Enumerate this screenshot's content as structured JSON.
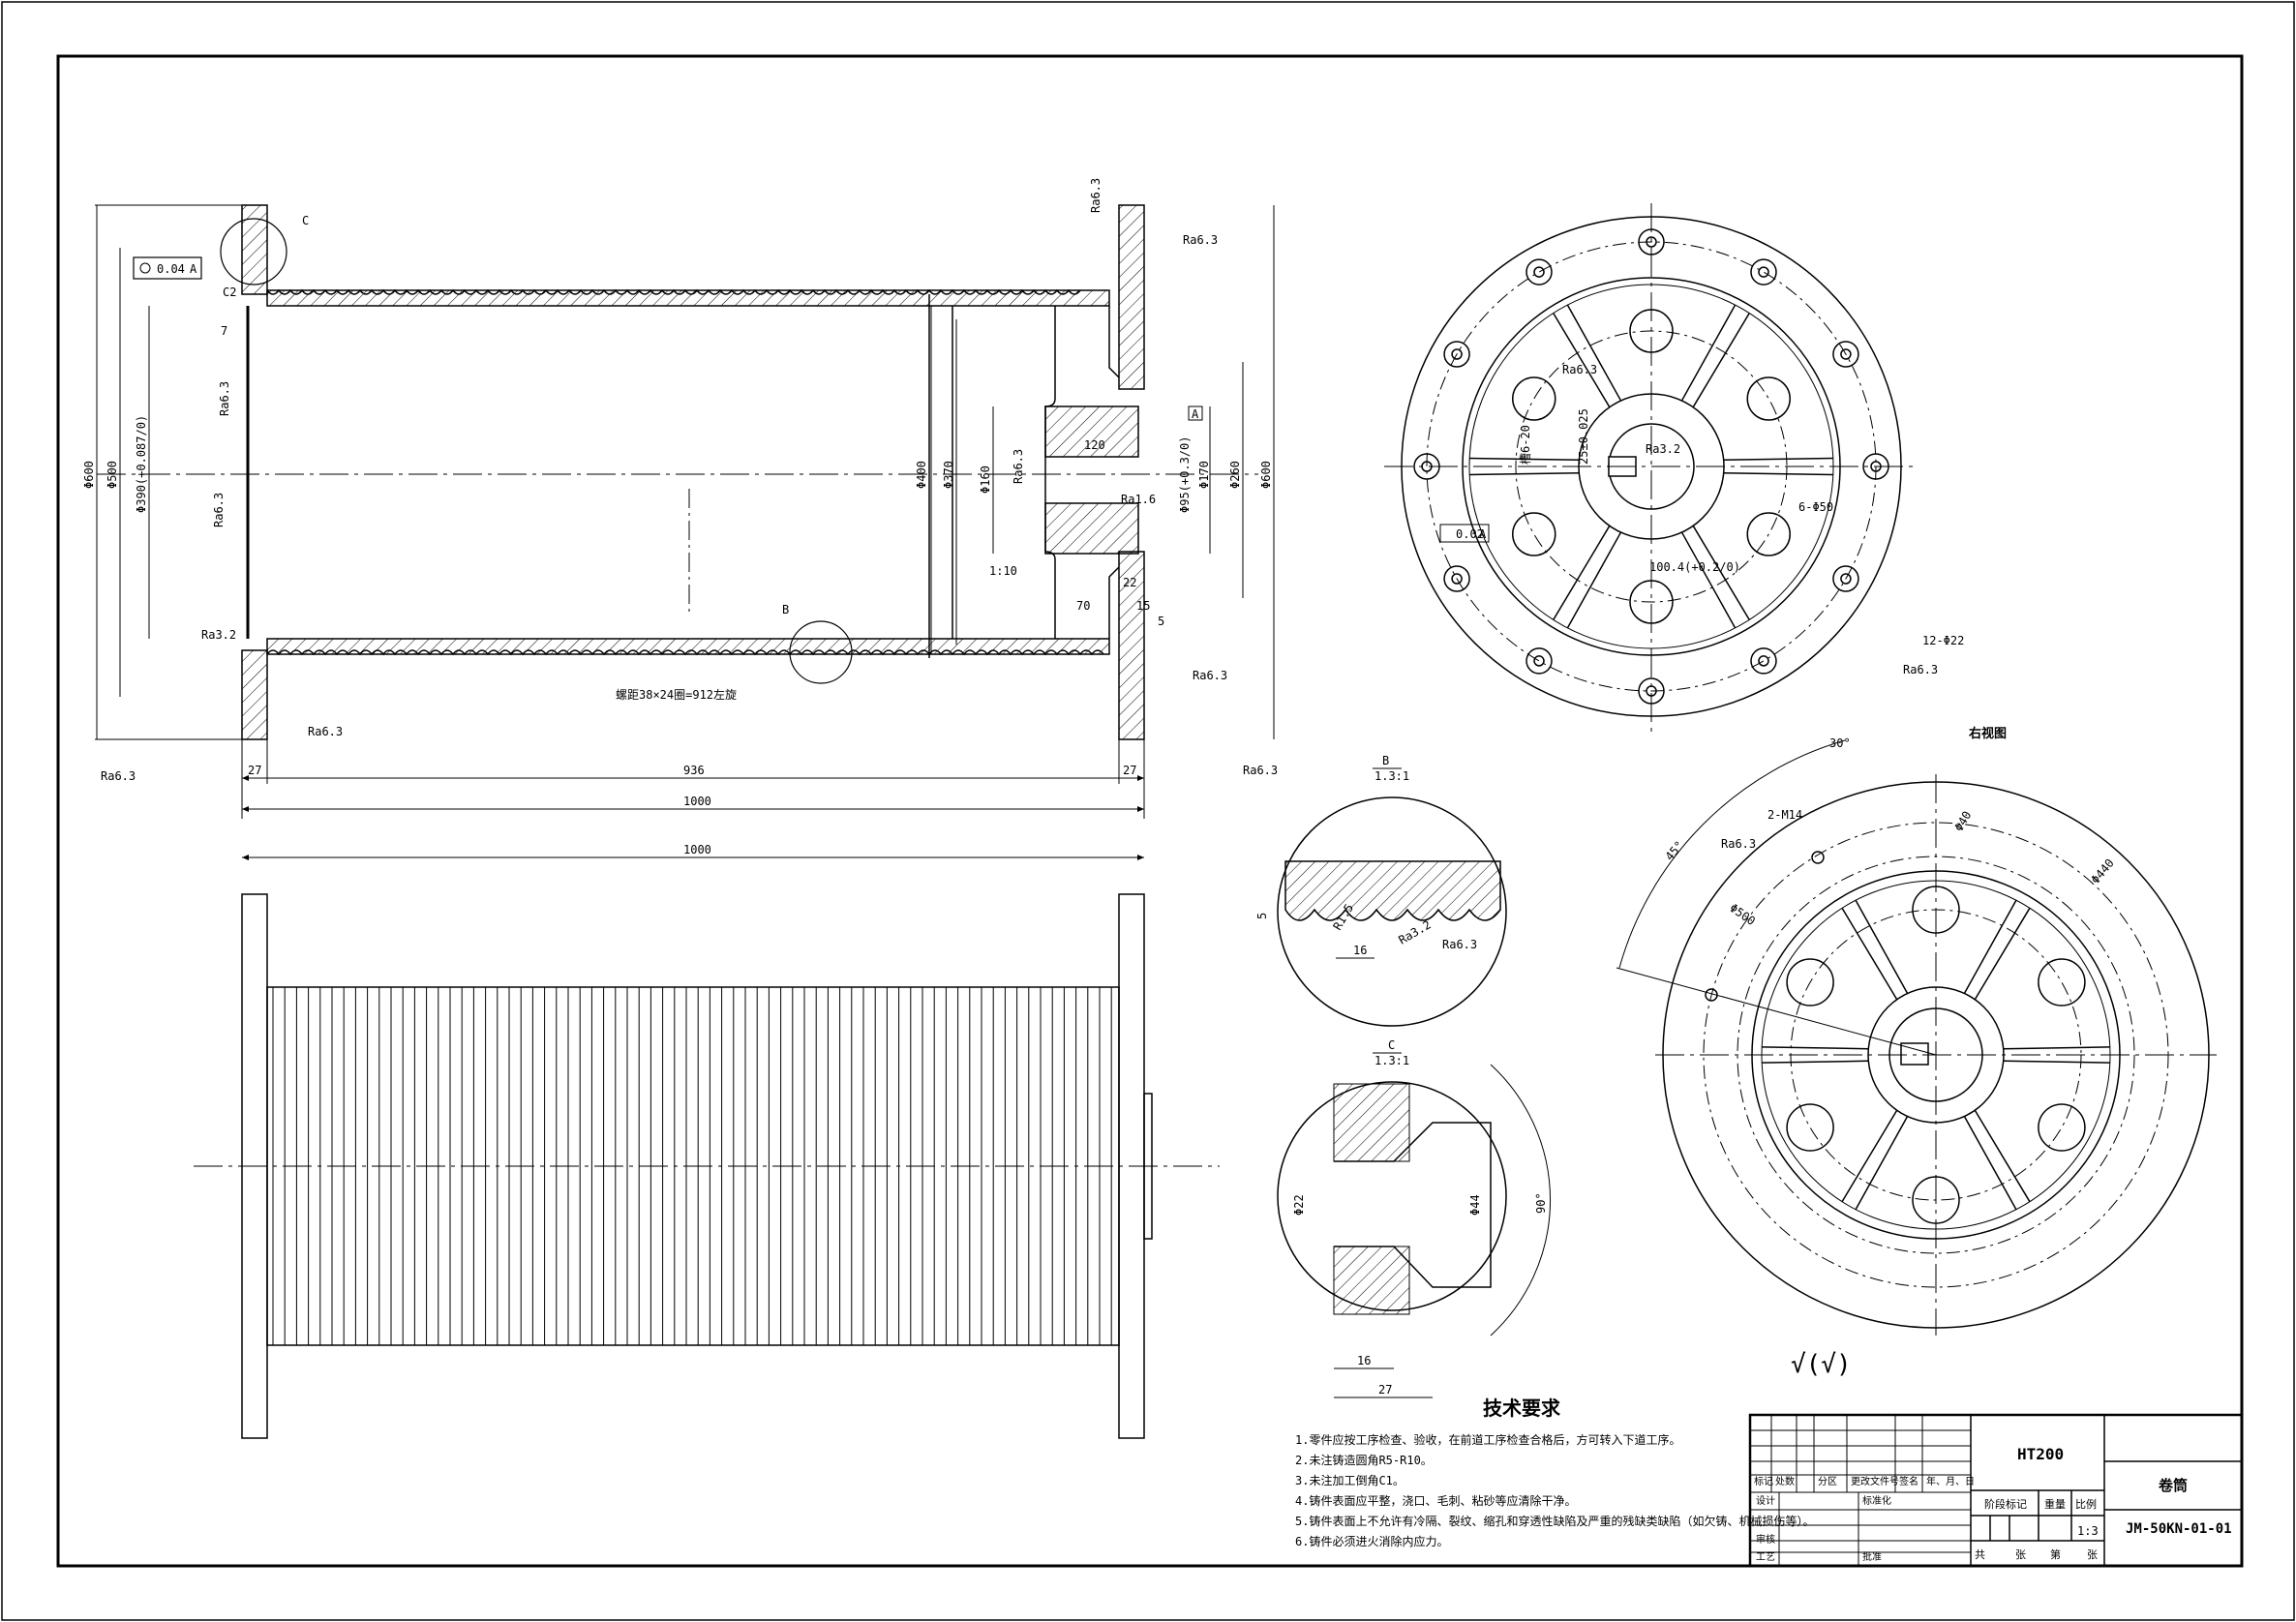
{
  "dims": {
    "d600_left": "Φ600",
    "d500": "Φ500",
    "d390": "Φ390(+0.087/0)",
    "d400": "Φ400",
    "d370": "Φ370",
    "d160": "Φ160",
    "d95": "Φ95(+0.3/0)",
    "d170": "Φ170",
    "d260": "Φ260",
    "d600_right": "Φ600",
    "w120": "120",
    "w70": "70",
    "w22": "22",
    "w15": "15",
    "w5": "5",
    "w7": "7",
    "c2": "C2",
    "taper": "1:10",
    "d27_left": "27",
    "d936": "936",
    "d27_right": "27",
    "d1000_a": "1000",
    "d1000_b": "1000",
    "thread_note": "螺距38×24圈=912左旋",
    "tol_flatness": "0.04",
    "datum_a": "A",
    "datum_a2": "A",
    "label_c": "C",
    "label_b": "B"
  },
  "rough": {
    "r1": "Ra6.3",
    "r2": "Ra6.3",
    "r3": "Ra6.3",
    "r4": "Ra3.2",
    "r5": "Ra6.3",
    "r6": "Ra6.3",
    "r7": "Ra6.3",
    "r8": "Ra6.3",
    "r9": "Ra1.6",
    "r10": "Ra6.3",
    "r11": "Ra6.3",
    "r12": "Ra6.3",
    "r13": "Ra6.3",
    "r14": "Ra3.2",
    "r15": "Ra6.3",
    "r16": "Ra3.2",
    "r17": "Ra6.3"
  },
  "endview": {
    "key_width": "槽6-20",
    "keyway": "25±0.025",
    "holes6": "6-Φ50",
    "dim1004": "100.4(+0.2/0)",
    "holes12": "12-Φ22",
    "tol_box": "0.02",
    "tol_datum": "A"
  },
  "rightview": {
    "title": "右视图",
    "angle30": "30°",
    "angle45": "45°",
    "m14": "2-M14",
    "d40": "Φ40",
    "d440": "Φ440",
    "d500": "Φ500"
  },
  "detail_b": {
    "label": "B",
    "scale": "1.3:1",
    "r": "R1.5",
    "dim16": "16",
    "dim5": "5"
  },
  "detail_c": {
    "label": "C",
    "scale": "1.3:1",
    "d22": "Φ22",
    "d44": "Φ44",
    "a90": "90°",
    "dim16": "16",
    "dim27": "27"
  },
  "general_roughness": "√(√)",
  "tech": {
    "title": "技术要求",
    "items": [
      "1.零件应按工序检查、验收，在前道工序检查合格后，方可转入下道工序。",
      "2.未注铸造圆角R5-R10。",
      "3.未注加工倒角C1。",
      "4.铸件表面应平整，浇口、毛刺、粘砂等应清除干净。",
      "5.铸件表面上不允许有冷隔、裂纹、缩孔和穿透性缺陷及严重的残缺类缺陷（如欠铸、机械损伤等）。",
      "6.铸件必须进火消除内应力。"
    ]
  },
  "title_block": {
    "material": "HT200",
    "part_name": "卷筒",
    "drawing_no": "JM-50KN-01-01",
    "scale": "1:3",
    "h_mark": "标记",
    "h_count": "处数",
    "h_zone": "分区",
    "h_docno": "更改文件号",
    "h_sign": "签名",
    "h_date": "年、月、日",
    "h_design": "设计",
    "h_std": "标准化",
    "h_stage": "阶段标记",
    "h_weight": "重量",
    "h_ratio": "比例",
    "h_check": "审核",
    "h_process": "工艺",
    "h_approve": "批准",
    "h_total": "共",
    "h_sheets": "张",
    "h_page": "第",
    "h_sheet2": "张"
  }
}
